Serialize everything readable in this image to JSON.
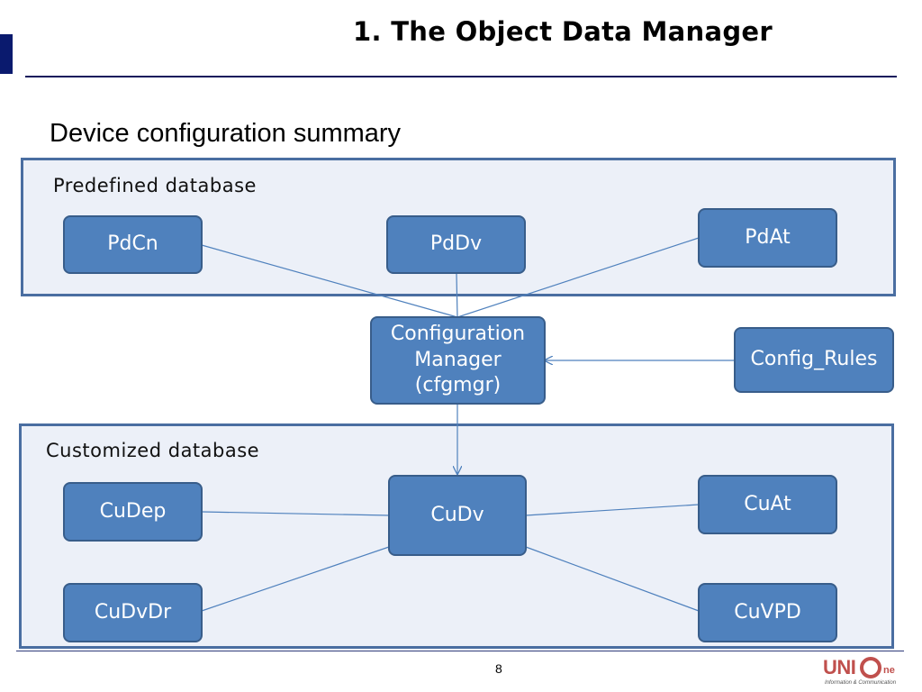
{
  "slide": {
    "title": "1. The Object Data Manager",
    "subtitle": "Device configuration summary",
    "page_number": "8"
  },
  "predefined": {
    "label": "Predefined database",
    "nodes": {
      "pdcn": "PdCn",
      "pddv": "PdDv",
      "pdat": "PdAt"
    }
  },
  "manager": {
    "line1": "Configuration",
    "line2": "Manager",
    "line3": "(cfgmgr)",
    "rules": "Config_Rules"
  },
  "customized": {
    "label": "Customized database",
    "nodes": {
      "cudep": "CuDep",
      "cudv": "CuDv",
      "cuat": "CuAt",
      "cudvdr": "CuDvDr",
      "cuvpd": "CuVPD"
    }
  },
  "logo": {
    "text_main": "UNI",
    "text_ring": "ne",
    "tagline": "Information & Communication"
  },
  "colors": {
    "node_fill": "#4f81bd",
    "node_border": "#385d8a",
    "panel_fill": "#ecf0f8",
    "panel_border": "#4a6ea1",
    "connector": "#4f81bd",
    "title_bar": "#0a1a6e",
    "logo_red": "#c0504d"
  }
}
